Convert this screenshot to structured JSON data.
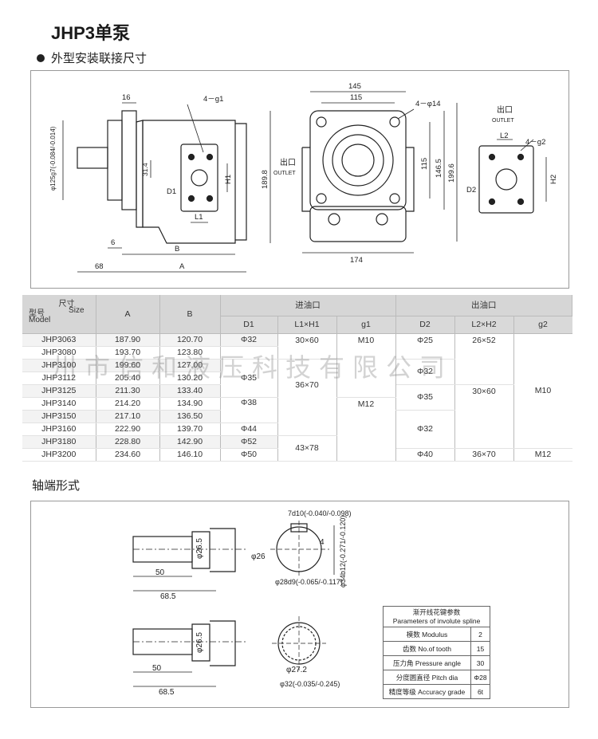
{
  "header": {
    "title": "JHP3单泵",
    "subtitle": "外型安装联接尺寸"
  },
  "drawing": {
    "side": {
      "dim_16": "16",
      "dim_4g1": "4－g1",
      "dim_shaft": "φ125g7(-0.084/-0.014)",
      "dim_314": "31.4",
      "dim_H1": "H1",
      "dim_D1": "D1",
      "dim_L1": "L1",
      "dim_1898": "189.8",
      "dim_6": "6",
      "dim_B": "B",
      "dim_68": "68",
      "dim_A": "A",
      "outlet_cn": "出口",
      "outlet_en": "OUTLET"
    },
    "front": {
      "dim_145": "145",
      "dim_115": "115",
      "dim_4phi14": "4－φ14",
      "dim_115v": "115",
      "dim_1465": "146.5",
      "dim_1996": "199.6",
      "dim_174": "174"
    },
    "outlet": {
      "label_cn": "出口",
      "label_en": "OUTLET",
      "dim_L2": "L2",
      "dim_4g2": "4－g2",
      "dim_D2": "D2",
      "dim_H2": "H2"
    }
  },
  "table": {
    "corner": {
      "size_cn": "尺寸",
      "size_en": "Size",
      "model_cn": "型号",
      "model_en": "Model"
    },
    "col_A": "A",
    "col_B": "B",
    "inlet": "进油口",
    "outlet": "出油口",
    "sub": {
      "D1": "D1",
      "L1H1": "L1×H1",
      "g1": "g1",
      "D2": "D2",
      "L2H2": "L2×H2",
      "g2": "g2"
    },
    "rows": [
      {
        "model": "JHP3063",
        "a": "187.90",
        "b": "120.70"
      },
      {
        "model": "JHP3080",
        "a": "193.70",
        "b": "123.80"
      },
      {
        "model": "JHP3100",
        "a": "199.60",
        "b": "127.00"
      },
      {
        "model": "JHP3112",
        "a": "205.40",
        "b": "130.20"
      },
      {
        "model": "JHP3125",
        "a": "211.30",
        "b": "133.40"
      },
      {
        "model": "JHP3140",
        "a": "214.20",
        "b": "134.90"
      },
      {
        "model": "JHP3150",
        "a": "217.10",
        "b": "136.50"
      },
      {
        "model": "JHP3160",
        "a": "222.90",
        "b": "139.70"
      },
      {
        "model": "JHP3180",
        "a": "228.80",
        "b": "142.90"
      },
      {
        "model": "JHP3200",
        "a": "234.60",
        "b": "146.10"
      }
    ],
    "d1": {
      "r0": "Φ32",
      "r2": "Φ35",
      "r5": "Φ38",
      "r7": "Φ44",
      "r8": "Φ52",
      "r9": "Φ50"
    },
    "l1h1": {
      "r0": "30×60",
      "r2": "36×70",
      "r8": "43×78"
    },
    "g1": {
      "r0": "M10",
      "r5": "M12"
    },
    "d2": {
      "r0": "Φ25",
      "r2": "Φ32",
      "r4": "Φ35",
      "r6": "Φ32",
      "r9": "Φ40"
    },
    "l2h2": {
      "r0": "26×52",
      "r4": "30×60",
      "r9": "36×70"
    },
    "g2": {
      "r4": "M10",
      "r9": "M12"
    }
  },
  "watermark": "州市信和液压科技有限公司",
  "shaft": {
    "title": "轴端形式",
    "key": {
      "dim_265": "φ26.5",
      "dim_50": "50",
      "dim_685": "68.5",
      "dim_7d10": "7d10(-0.040/-0.098)",
      "dim_26": "φ26",
      "dim_4": "4",
      "dim_34b12": "φ34b12(-0.271/-0.120)",
      "dim_28d9": "φ28d9(-0.065/-0.117)"
    },
    "spline": {
      "dim_265": "φ26.5",
      "dim_50": "50",
      "dim_685": "68.5",
      "dim_272": "φ27.2",
      "dim_32": "φ32(-0.035/-0.245)"
    },
    "params": {
      "title_cn": "渐开线花键参数",
      "title_en": "Parameters of involute spline",
      "rows": [
        {
          "k": "模数 Modulus",
          "v": "2"
        },
        {
          "k": "齿数 No.of tooth",
          "v": "15"
        },
        {
          "k": "压力角 Pressure angle",
          "v": "30"
        },
        {
          "k": "分度圆直径 Pitch dia",
          "v": "Φ28"
        },
        {
          "k": "精度等级 Accuracy grade",
          "v": "6t"
        }
      ]
    }
  }
}
